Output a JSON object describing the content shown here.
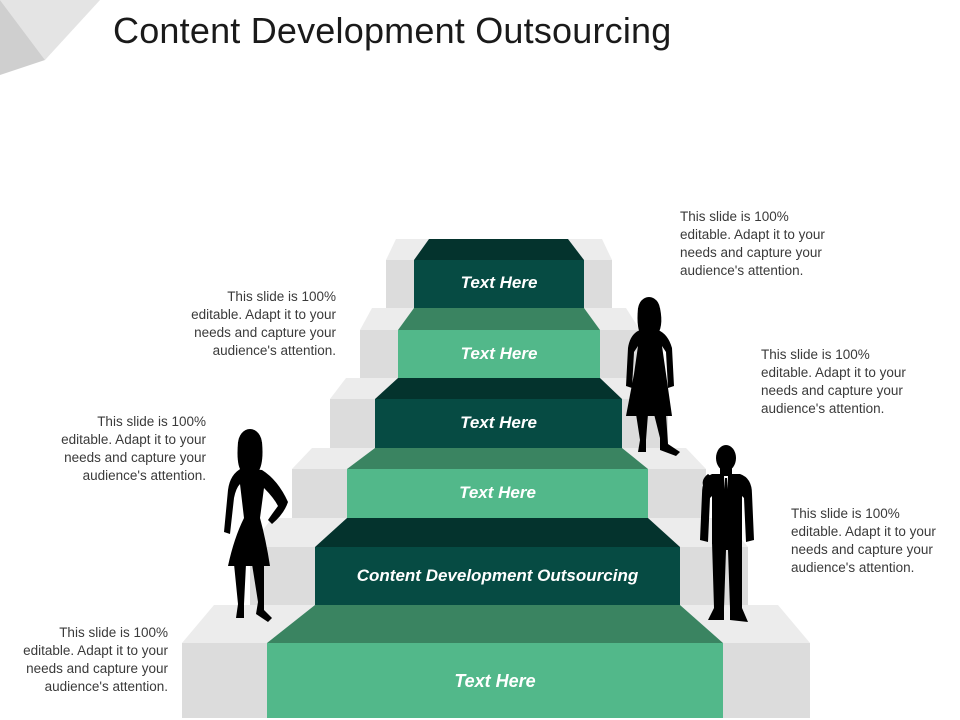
{
  "title": "Content Development Outsourcing",
  "colors": {
    "dark_teal": "#064b43",
    "dark_teal_top": "#04332d",
    "mid_green": "#3a8461",
    "light_green": "#52b88a",
    "step_grey": "#dedede",
    "step_grey_light": "#eeeeee",
    "silhouette": "#000000"
  },
  "steps": [
    {
      "label": "Text Here"
    },
    {
      "label": "Text Here"
    },
    {
      "label": "Text Here"
    },
    {
      "label": "Text Here"
    },
    {
      "label": "Content Development Outsourcing"
    },
    {
      "label": "Text Here"
    }
  ],
  "notes": [
    {
      "text": "This slide is 100% editable. Adapt it to your needs and capture your audience's attention."
    },
    {
      "text": "This slide is 100% editable. Adapt it to your needs and capture your audience's attention."
    },
    {
      "text": "This slide is 100% editable. Adapt it to your needs and capture your audience's attention."
    },
    {
      "text": "This slide is 100% editable. Adapt it to your needs and capture your audience's attention."
    },
    {
      "text": "This slide is 100% editable. Adapt it to your needs and capture your audience's attention."
    },
    {
      "text": "This slide is 100% editable. Adapt it to your needs and capture your audience's attention."
    }
  ],
  "figures": [
    {
      "icon": "businesswoman-silhouette-icon"
    },
    {
      "icon": "businesswoman-standing-silhouette-icon"
    },
    {
      "icon": "businessman-phone-silhouette-icon"
    }
  ]
}
